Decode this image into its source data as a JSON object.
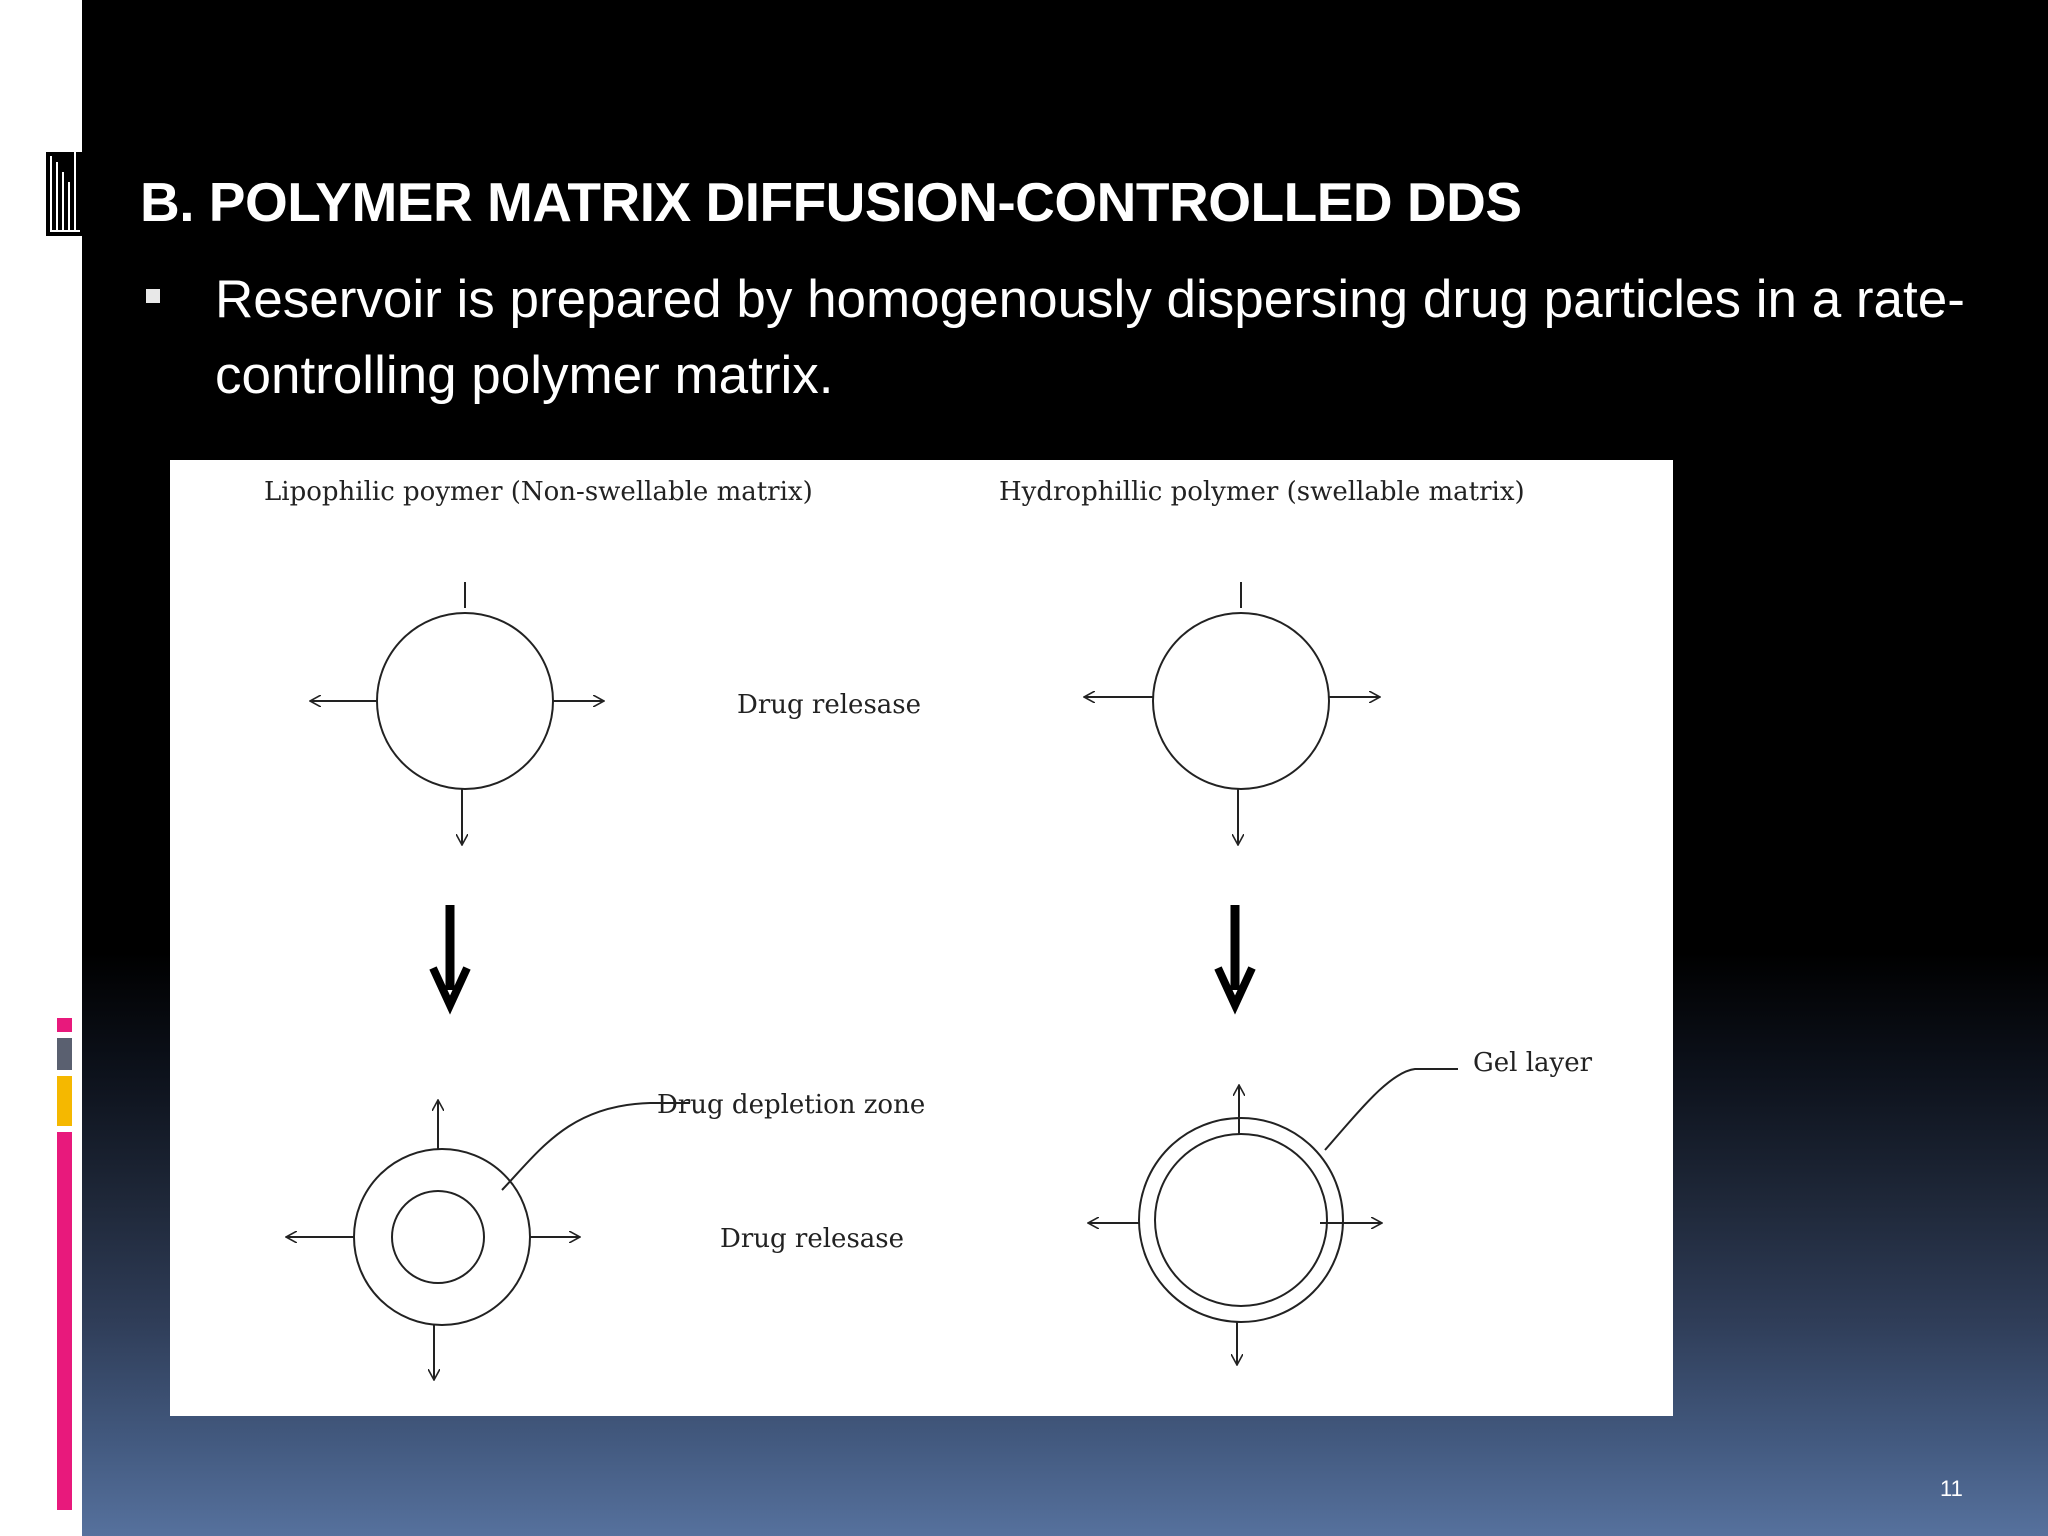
{
  "slide": {
    "title": "B. POLYMER MATRIX DIFFUSION-CONTROLLED DDS",
    "bullet": "Reservoir is prepared by homogenously dispersing drug particles in a rate-controlling polymer matrix.",
    "slide_number": "11",
    "colors": {
      "background": "#000000",
      "gradient_bottom": "#56719d",
      "accent_pink": "#e8197c",
      "accent_gray": "#5a6070",
      "accent_yellow": "#f5b800"
    }
  },
  "diagram": {
    "left_header": "Lipophilic poymer (Non-swellable matrix)",
    "right_header": "Hydrophillic polymer (swellable matrix)",
    "drug_release_top": "Drug relesase",
    "drug_depletion_zone": "Drug depletion zone",
    "drug_release_bottom": "Drug relesase",
    "gel_layer": "Gel layer"
  }
}
